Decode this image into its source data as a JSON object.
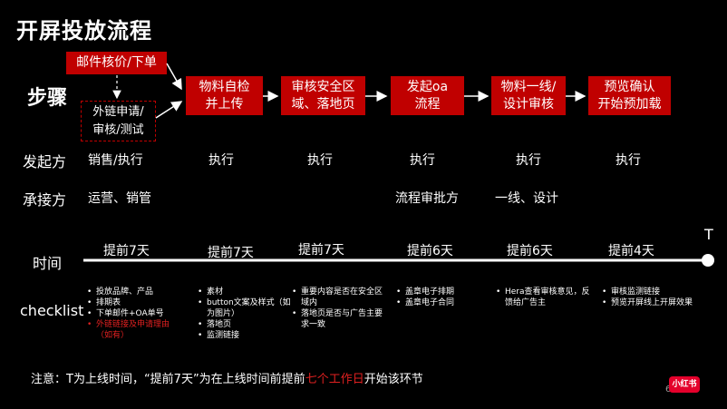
{
  "title": "开屏投放流程",
  "labels": {
    "steps": "步骤",
    "initiator": "发起方",
    "receiver": "承接方",
    "time": "时间",
    "checklist": "checklist",
    "end_marker": "T"
  },
  "pre_steps": {
    "mail": "邮件核价/下单",
    "dashed_line1": "外链申请/",
    "dashed_line2": "审核/测试"
  },
  "steps": [
    {
      "line1": "物料自检",
      "line2": "并上传"
    },
    {
      "line1": "审核安全区",
      "line2": "域、落地页"
    },
    {
      "line1": "发起oa",
      "line2": "流程"
    },
    {
      "line1": "物料一线/",
      "line2": "设计审核"
    },
    {
      "line1": "预览确认",
      "line2": "开始预加载"
    }
  ],
  "initiators": [
    "销售/执行",
    "执行",
    "执行",
    "执行",
    "执行",
    "执行"
  ],
  "receivers": [
    "运营、销管",
    "流程审批方",
    "一线、设计"
  ],
  "timeline": [
    "提前7天",
    "提前7天",
    "提前7天",
    "提前6天",
    "提前6天",
    "提前4天"
  ],
  "checklists": [
    {
      "items": [
        "投放品牌、产品",
        "排期表",
        "下单邮件+OA单号"
      ],
      "red": "外链链接及申请理由（如有）"
    },
    {
      "items": [
        "素材",
        "button文案及样式（如为图片）",
        "落地页",
        "监测链接"
      ]
    },
    {
      "items": [
        "重要内容是否在安全区域内",
        "落地页是否与广告主要求一致"
      ]
    },
    {
      "items": [
        "盖章电子排期",
        "盖章电子合同"
      ]
    },
    {
      "items": [
        "Hera查看审核意见，反馈给广告主"
      ]
    },
    {
      "items": [
        "审核监测链接",
        "预览开屏线上开屏效果"
      ]
    }
  ],
  "note": {
    "prefix": "注意：T为上线时间，“提前7天”为在上线时间前提前",
    "highlight": "七个工作日",
    "suffix": "开始该环节"
  },
  "logo": "小红书",
  "page_number": "6",
  "colors": {
    "accent": "#c00000",
    "background": "#000000",
    "text": "#ffffff",
    "highlight": "#e02020"
  }
}
